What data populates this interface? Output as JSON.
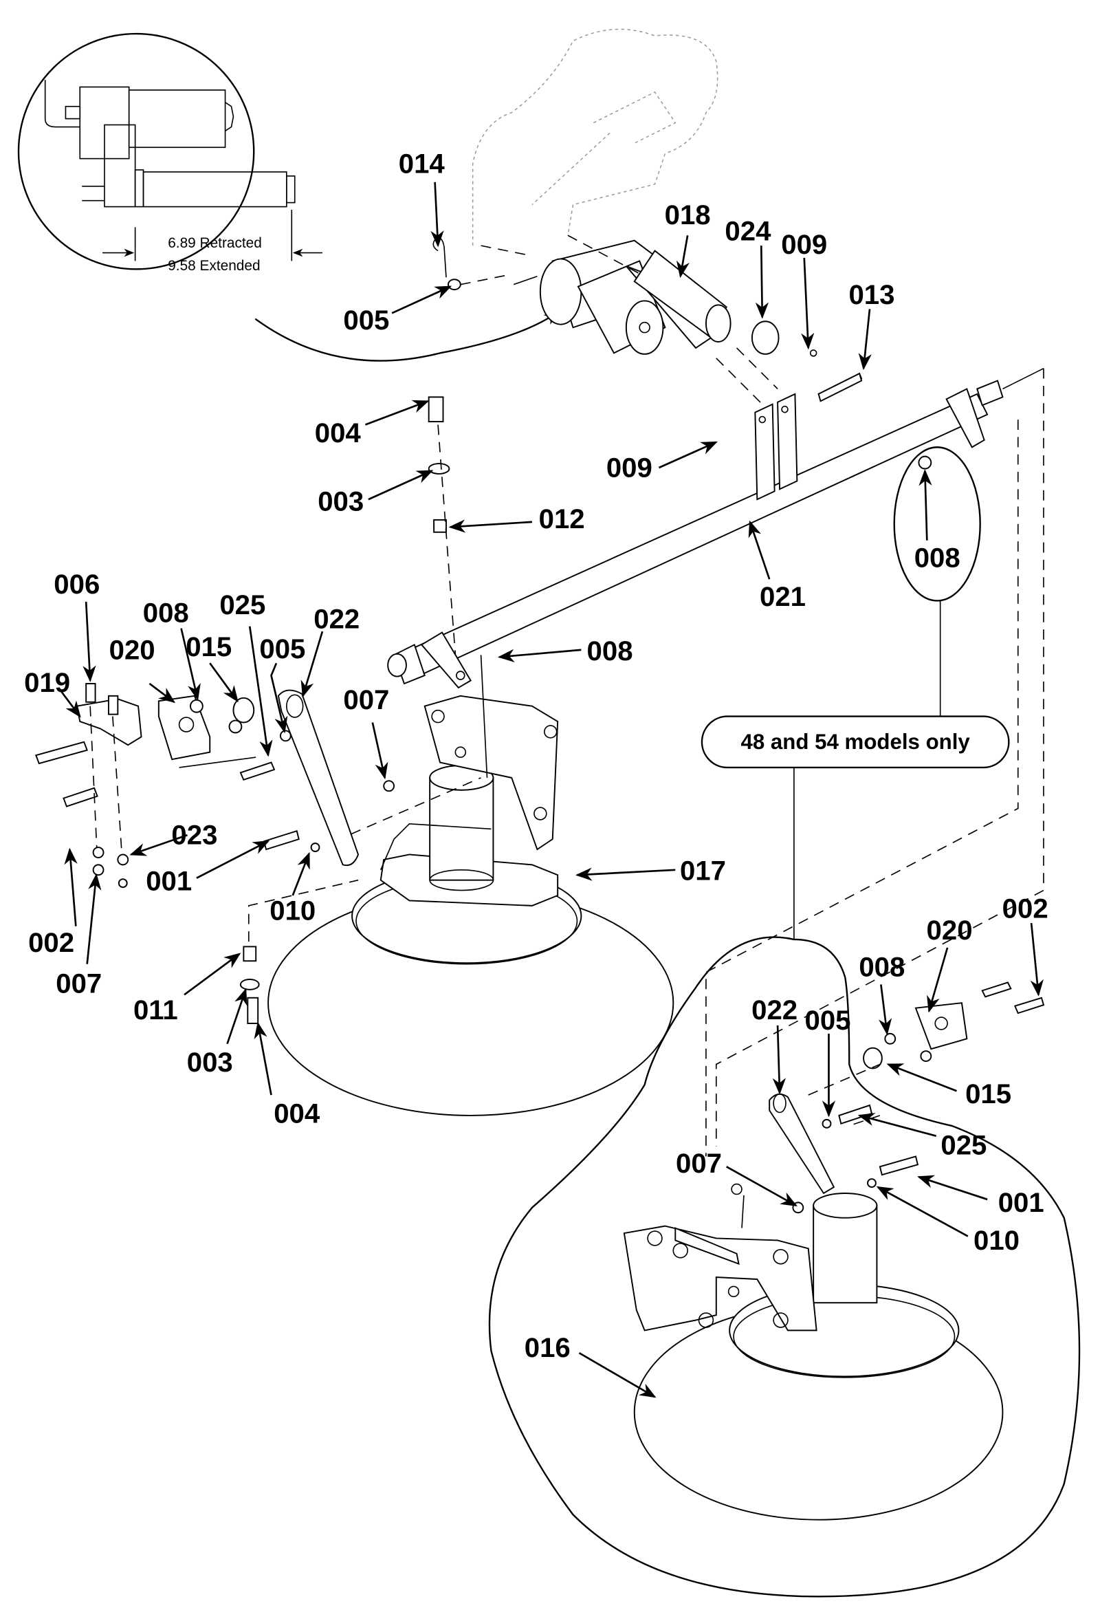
{
  "diagram": {
    "title": "Actuator and deck lift linkage exploded parts view",
    "inset": {
      "dimension_retracted": "6.89 Retracted",
      "dimension_extended": "9.58 Extended"
    },
    "note": "48 and 54 models only",
    "callouts": [
      {
        "id": "c014",
        "label": "014"
      },
      {
        "id": "c005a",
        "label": "005"
      },
      {
        "id": "c018",
        "label": "018"
      },
      {
        "id": "c024",
        "label": "024"
      },
      {
        "id": "c009a",
        "label": "009"
      },
      {
        "id": "c013",
        "label": "013"
      },
      {
        "id": "c004a",
        "label": "004"
      },
      {
        "id": "c003a",
        "label": "003"
      },
      {
        "id": "c012",
        "label": "012"
      },
      {
        "id": "c009b",
        "label": "009"
      },
      {
        "id": "c021",
        "label": "021"
      },
      {
        "id": "c008a",
        "label": "008"
      },
      {
        "id": "c006",
        "label": "006"
      },
      {
        "id": "c008b",
        "label": "008"
      },
      {
        "id": "c025a",
        "label": "025"
      },
      {
        "id": "c022a",
        "label": "022"
      },
      {
        "id": "c020a",
        "label": "020"
      },
      {
        "id": "c015a",
        "label": "015"
      },
      {
        "id": "c005b",
        "label": "005"
      },
      {
        "id": "c019",
        "label": "019"
      },
      {
        "id": "c008c",
        "label": "008"
      },
      {
        "id": "c007a",
        "label": "007"
      },
      {
        "id": "c023",
        "label": "023"
      },
      {
        "id": "c017",
        "label": "017"
      },
      {
        "id": "c001a",
        "label": "001"
      },
      {
        "id": "c002a",
        "label": "002"
      },
      {
        "id": "c010a",
        "label": "010"
      },
      {
        "id": "c007b",
        "label": "007"
      },
      {
        "id": "c011",
        "label": "011"
      },
      {
        "id": "c003b",
        "label": "003"
      },
      {
        "id": "c004b",
        "label": "004"
      },
      {
        "id": "c002b",
        "label": "002"
      },
      {
        "id": "c020b",
        "label": "020"
      },
      {
        "id": "c008d",
        "label": "008"
      },
      {
        "id": "c022b",
        "label": "022"
      },
      {
        "id": "c005c",
        "label": "005"
      },
      {
        "id": "c015b",
        "label": "015"
      },
      {
        "id": "c025b",
        "label": "025"
      },
      {
        "id": "c007c",
        "label": "007"
      },
      {
        "id": "c001b",
        "label": "001"
      },
      {
        "id": "c010b",
        "label": "010"
      },
      {
        "id": "c016",
        "label": "016"
      }
    ]
  }
}
